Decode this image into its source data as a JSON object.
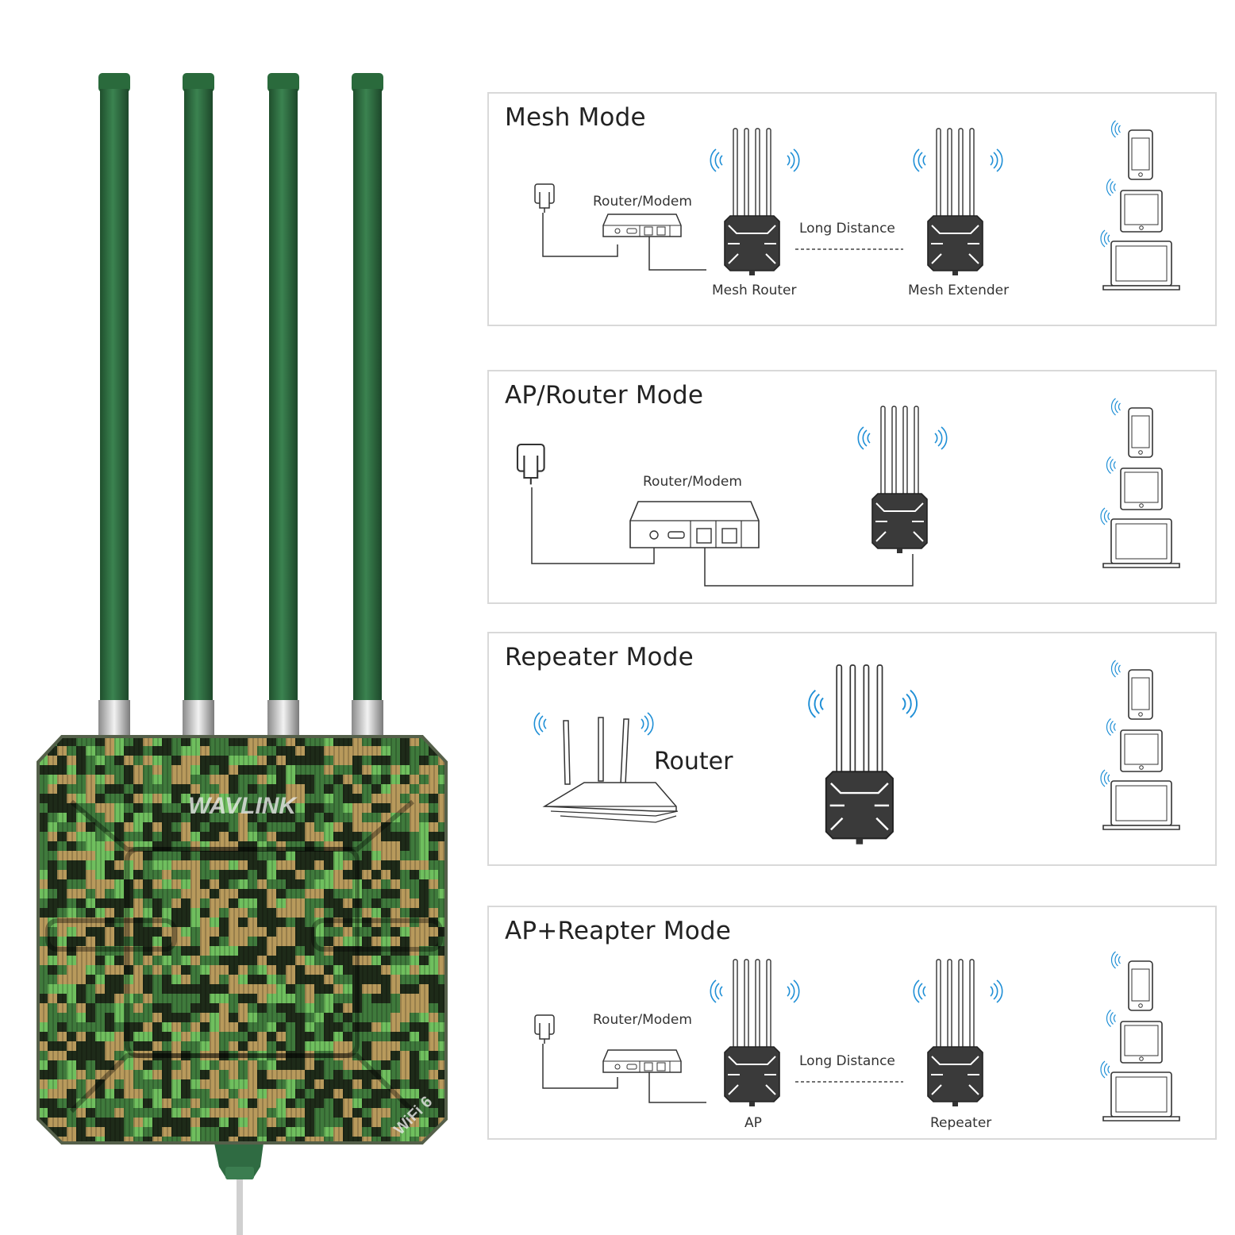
{
  "product": {
    "brand": "WAVLINK",
    "badge": "WiFi 6",
    "colors": {
      "antenna": "#2e6b40",
      "camo_dark": "#1e2b19",
      "camo_green": "#3f7a3c",
      "camo_light": "#6fbf5e",
      "camo_tan": "#b89a5c"
    }
  },
  "modes": [
    {
      "title": "Mesh Mode",
      "router_label": "Router/Modem",
      "link_label": "Long Distance",
      "device1_label": "Mesh Router",
      "device2_label": "Mesh Extender"
    },
    {
      "title": "AP/Router Mode",
      "router_label": "Router/Modem"
    },
    {
      "title": "Repeater Mode",
      "router_label": "Router"
    },
    {
      "title": "AP+Reapter Mode",
      "router_label": "Router/Modem",
      "link_label": "Long Distance",
      "device1_label": "AP",
      "device2_label": "Repeater"
    }
  ],
  "colors": {
    "wifi": "#1f8fd6",
    "line": "#333333",
    "panel_border": "#d9d9d9",
    "device_body": "#3a3a3a"
  }
}
